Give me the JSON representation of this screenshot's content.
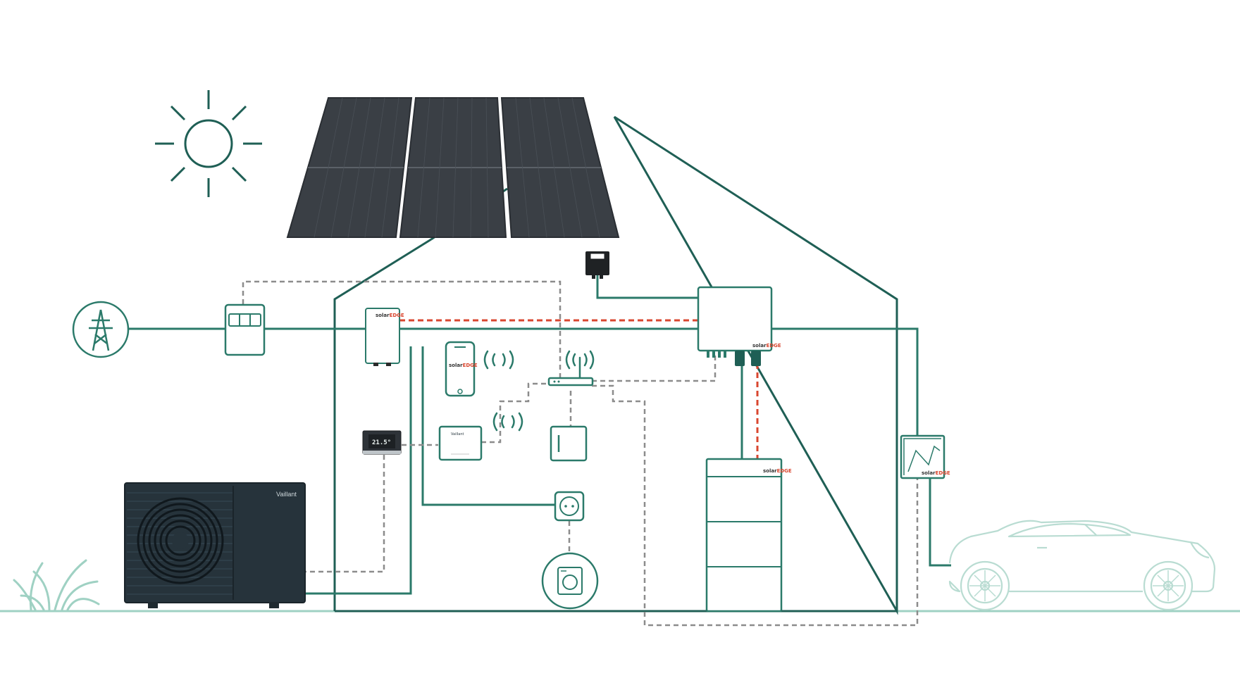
{
  "diagram": {
    "colors": {
      "background": "#ffffff",
      "line_green": "#2b7a6a",
      "line_dark_green": "#1f5f55",
      "ground": "#9fd1c3",
      "comm_dashed_grey": "#8c8c8c",
      "dc_dashed_red": "#d9462f",
      "panel_fill": "#3a3f45",
      "heat_pump_fill": "#26333b",
      "car_outline": "#b9dcd2"
    },
    "labels": {
      "smart_meter_brand": "solar",
      "smart_meter_brand_accent": "EDGE",
      "smartphone_brand": "solar",
      "smartphone_brand_accent": "EDGE",
      "inverter_brand": "solar",
      "inverter_brand_accent": "EDGE",
      "battery_brand": "solar",
      "battery_brand_accent": "EDGE",
      "ev_charger_brand": "solar",
      "ev_charger_brand_accent": "EDGE",
      "controller_display": "21.5°",
      "gateway_brand": "Vaillant",
      "heat_pump_brand": "Vaillant"
    },
    "icons": {
      "sun": "sun-icon",
      "grid": "power-pylon-icon",
      "meter": "electricity-meter-icon",
      "wifi": "wireless-signal-icon",
      "router": "router-icon",
      "socket": "power-socket-icon",
      "washer": "washing-machine-icon",
      "car": "car-icon",
      "plant": "grass-icon"
    }
  }
}
